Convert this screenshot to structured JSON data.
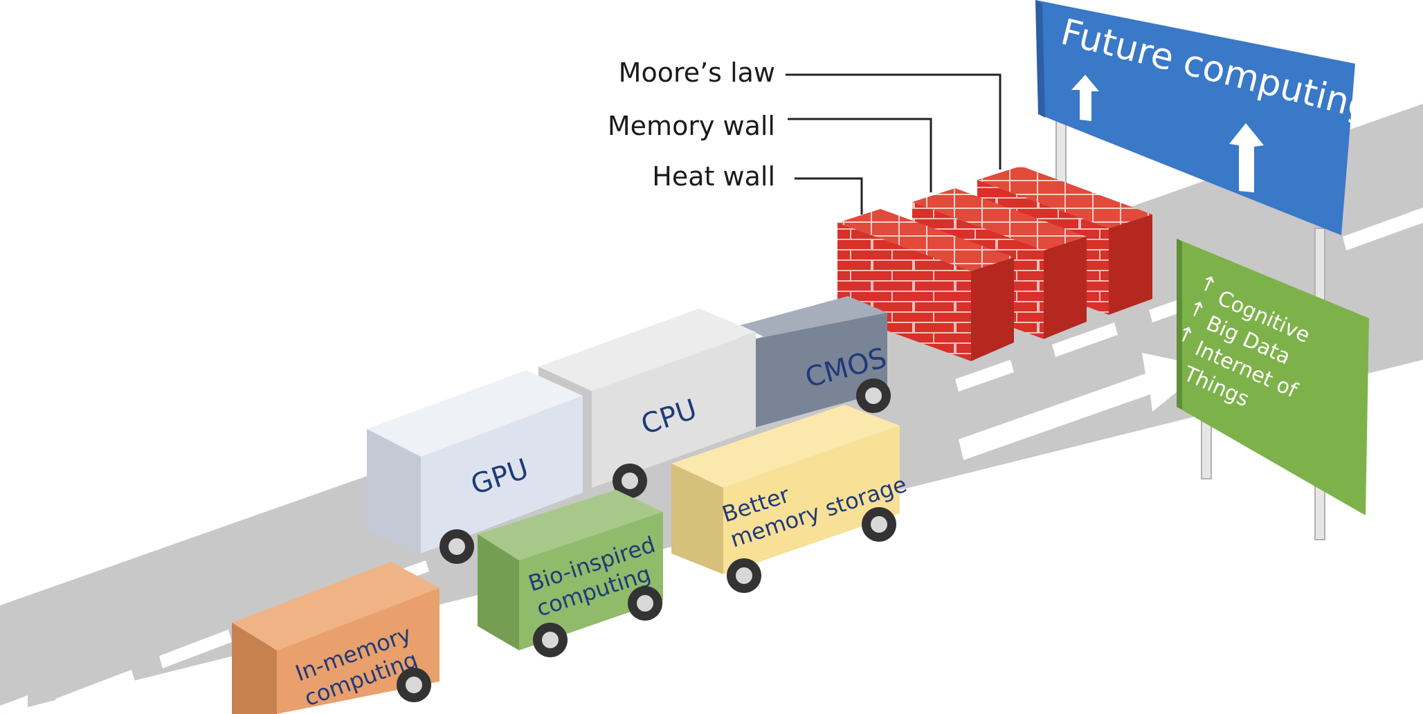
{
  "callouts": {
    "moores_law": "Moore’s law",
    "memory_wall": "Memory wall",
    "heat_wall": "Heat wall"
  },
  "signs": {
    "future": "Future computing",
    "cognitive": "Cognitive",
    "big_data": "Big Data",
    "iot_line1": "Internet of",
    "iot_line2": "Things",
    "arrow_glyph": "↑"
  },
  "trucks": {
    "gpu": "GPU",
    "cpu": "CPU",
    "cmos": "CMOS",
    "better_line1": "Better",
    "better_line2": "memory storage",
    "bio_line1": "Bio-inspired",
    "bio_line2": "computing",
    "inmem_line1": "In-memory",
    "inmem_line2": "computing"
  },
  "colors": {
    "road": "#c8c8c8",
    "lane_mark": "#ffffff",
    "sign_blue": "#3a78c8",
    "sign_green": "#7db24a",
    "brick": "#d7312a",
    "truck_text": "#1f3a78"
  }
}
